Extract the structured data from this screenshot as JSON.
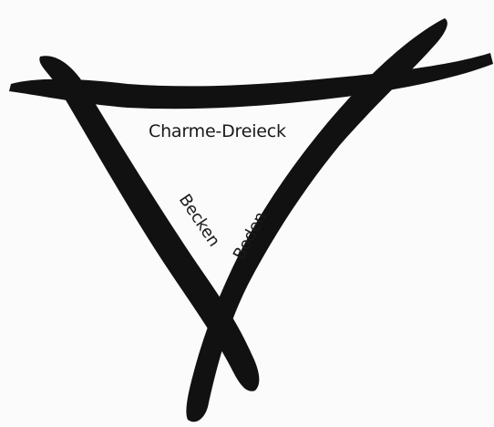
{
  "diagram": {
    "title": "Charme-Dreieck",
    "left_side_label": "Becken",
    "right_side_label": "Boden",
    "stroke_color": "#111111",
    "background_color": "#fbfbfb"
  }
}
